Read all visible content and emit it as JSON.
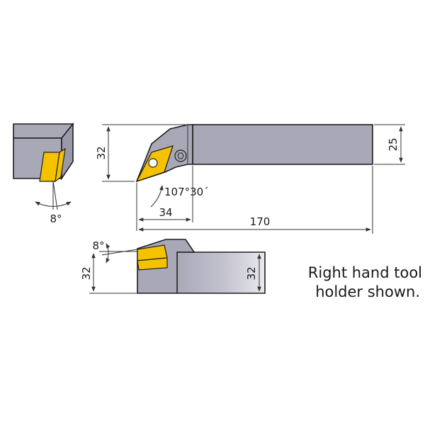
{
  "dimensions": {
    "front_height": "32",
    "shank_height": "25",
    "lead_angle": "107°30´",
    "offset": "34",
    "overall_length": "170",
    "end_clearance": "8°",
    "side_clearance": "8°",
    "side_height_left": "32",
    "side_height_right": "32"
  },
  "note": {
    "line1": "Right hand tool",
    "line2": "holder shown."
  },
  "colors": {
    "body": "#a9a8b7",
    "insert": "#f5c200",
    "line": "#1e1e1e"
  }
}
